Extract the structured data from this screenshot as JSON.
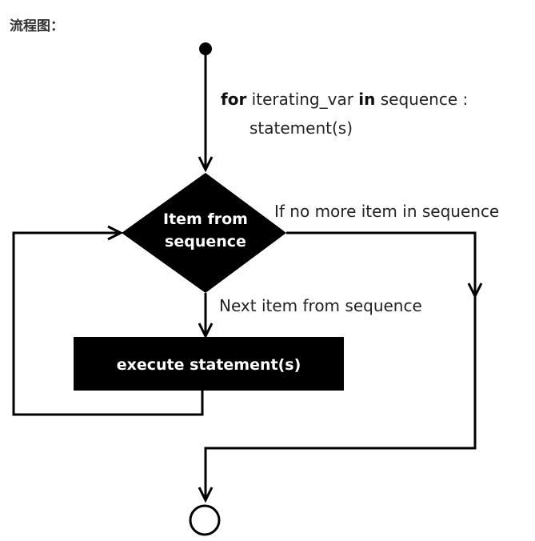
{
  "heading": "流程图：",
  "syntax": {
    "line1_kw1": "for",
    "line1_var": " iterating_var ",
    "line1_kw2": "in",
    "line1_rest": " sequence :",
    "line2": "statement(s)"
  },
  "decision": {
    "line1": "Item from",
    "line2": "sequence"
  },
  "process": "execute statement(s)",
  "edges": {
    "exit_label": "If no more item in sequence",
    "next_label": "Next item from  sequence"
  },
  "colors": {
    "node_fill": "#000000",
    "node_text": "#ffffff",
    "line": "#000000"
  }
}
